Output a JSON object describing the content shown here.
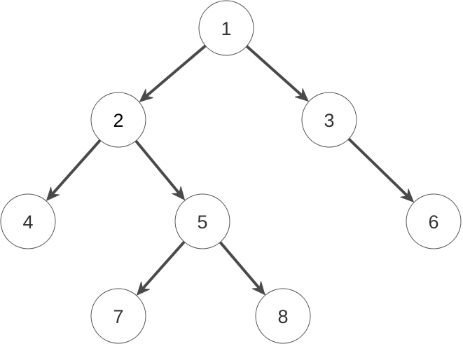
{
  "diagram": {
    "type": "binary-tree",
    "colors": {
      "edge": "#4a4a4a",
      "node_stroke": "#555555",
      "node_fill": "#ffffff",
      "label": "#333333",
      "label_highlight": "#000000"
    },
    "nodes": [
      {
        "id": "n1",
        "label": "1"
      },
      {
        "id": "n2",
        "label": "2"
      },
      {
        "id": "n3",
        "label": "3"
      },
      {
        "id": "n4",
        "label": "4"
      },
      {
        "id": "n5",
        "label": "5"
      },
      {
        "id": "n6",
        "label": "6"
      },
      {
        "id": "n7",
        "label": "7"
      },
      {
        "id": "n8",
        "label": "8"
      }
    ],
    "edges": [
      {
        "from": "n1",
        "to": "n2"
      },
      {
        "from": "n1",
        "to": "n3"
      },
      {
        "from": "n2",
        "to": "n4"
      },
      {
        "from": "n2",
        "to": "n5"
      },
      {
        "from": "n3",
        "to": "n6"
      },
      {
        "from": "n5",
        "to": "n7"
      },
      {
        "from": "n5",
        "to": "n8"
      }
    ]
  }
}
